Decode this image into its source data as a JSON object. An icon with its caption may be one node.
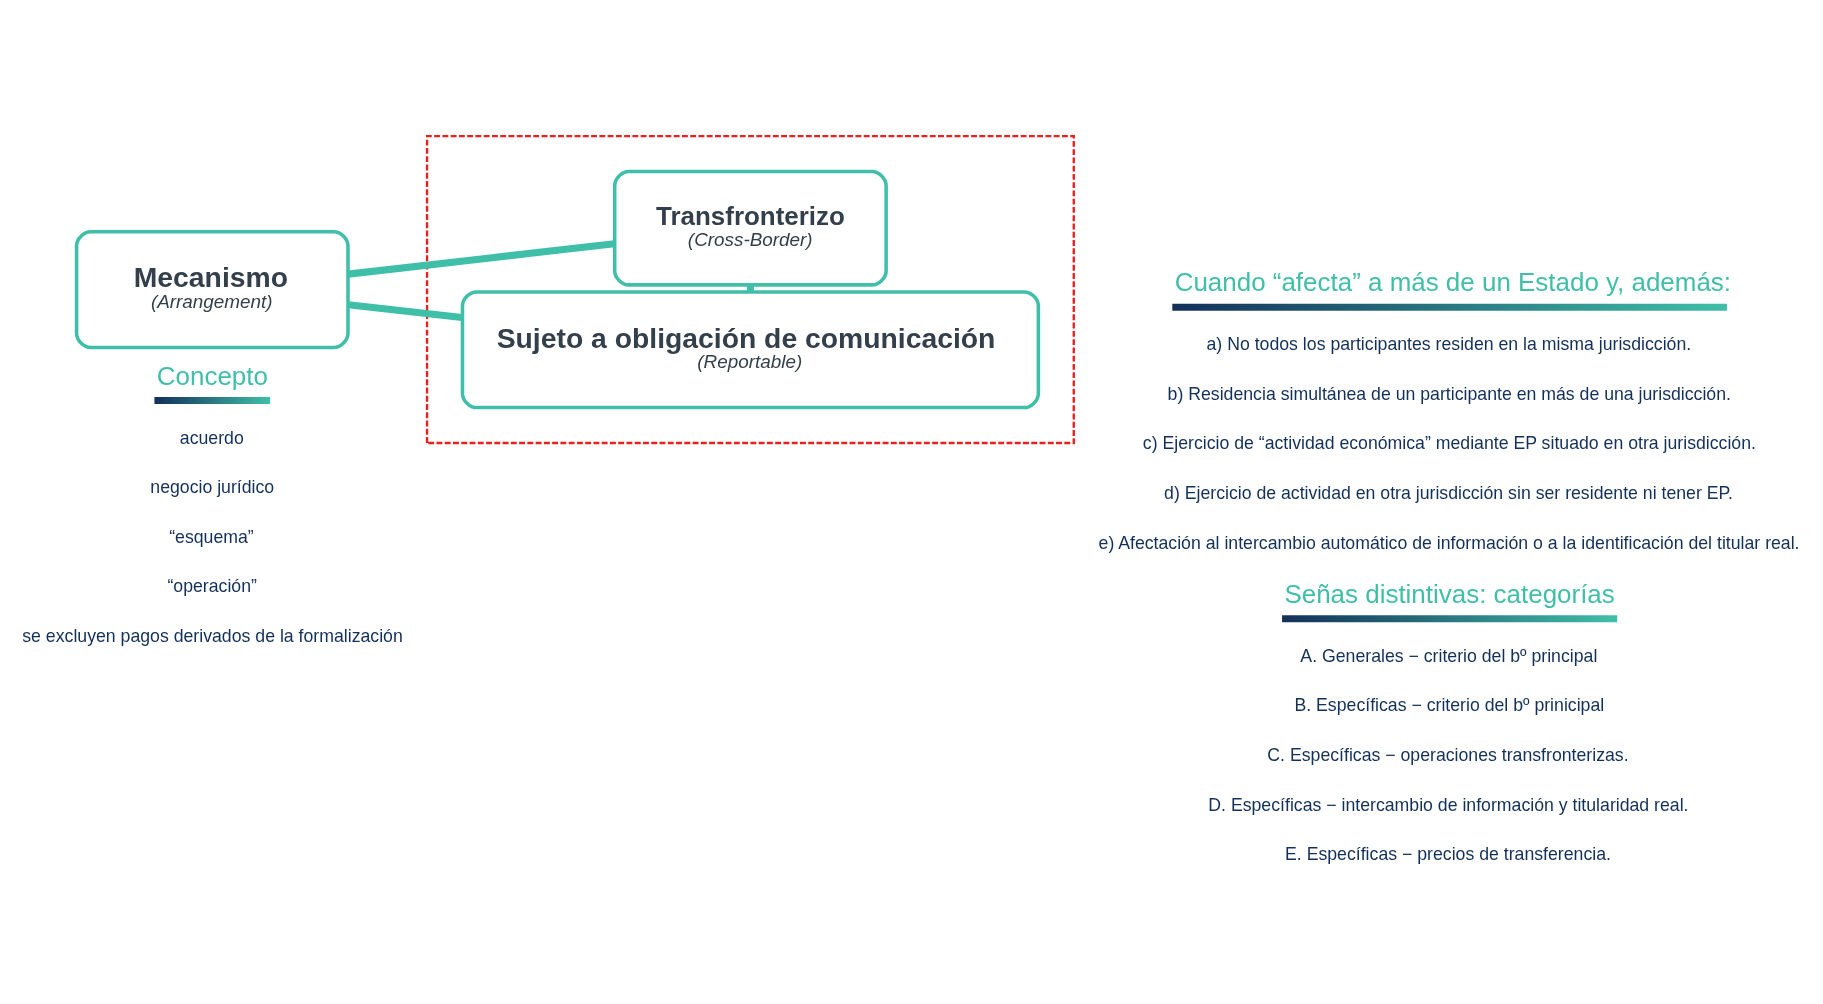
{
  "diagram": {
    "nodes": [
      {
        "text": [
          "Mecanismo",
          "(Arrangement)"
        ]
      },
      {
        "text": [],
        "shape": "box"
      },
      {
        "text": [
          "Transfronterizo",
          "(Cross-Border)"
        ],
        "in": 1
      },
      {
        "text": [
          "Sujeto a obligación de comunicación",
          "(Reportable)"
        ],
        "in": 1
      }
    ],
    "edges": [
      {
        "from": 0,
        "to": 2,
        "arrow": "none"
      },
      {
        "from": 0,
        "to": 3,
        "arrow": "none"
      },
      {
        "from": 2,
        "to": 3,
        "arrow": "none"
      }
    ],
    "labels": [
      "Cuando “afecta” a más de un Estado y, además:",
      "a) No todos los participantes residen en la misma jurisdicción.",
      "b) Residencia simultánea de un participante en más de una jurisdicción.",
      "c) Ejercicio de “actividad económica” mediante EP situado en otra jurisdicción.",
      "d) Ejercicio de actividad en otra jurisdicción sin ser residente ni tener EP.",
      "e) Afectación al intercambio automático de información o a la identificación del titular real.",
      "Concepto",
      "acuerdo",
      "negocio jurídico",
      "“esquema”",
      "“operación”",
      "se excluyen pagos derivados de la formalización",
      "Señas distintivas: categorías",
      "A. Generales − criterio del bº principal",
      "B. Específicas − criterio del bº prinicipal",
      "C. Específicas − operaciones transfronterizas.",
      "D. Específicas − intercambio de información y titularidad real.",
      "E. Específicas − precios de transferencia."
    ]
  }
}
